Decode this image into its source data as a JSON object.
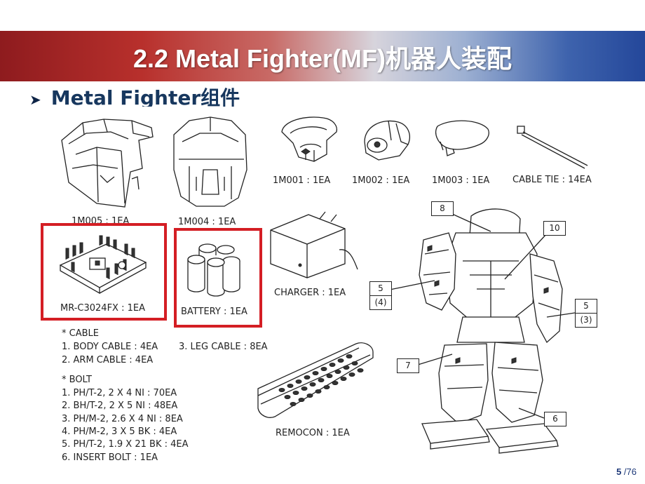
{
  "slide": {
    "title": "2.2 Metal Fighter(MF)机器人装配",
    "subtitle": "Metal Fighter组件",
    "page_current": "5",
    "page_total": "/76"
  },
  "parts": {
    "p1m005": "1M005 : 1EA",
    "p1m004": "1M004 : 1EA",
    "p1m001": "1M001 : 1EA",
    "p1m002": "1M002 : 1EA",
    "p1m003": "1M003 : 1EA",
    "cable_tie": "CABLE TIE : 14EA",
    "controller": "MR-C3024FX : 1EA",
    "battery": "BATTERY : 1EA",
    "charger": "CHARGER : 1EA",
    "remocon": "REMOCON : 1EA"
  },
  "cable_list": {
    "heading": "* CABLE",
    "body": "1. BODY CABLE : 4EA",
    "leg": "3. LEG CABLE : 8EA",
    "arm": "2. ARM CABLE : 4EA"
  },
  "bolt_list": {
    "heading": "* BOLT",
    "items": [
      "1. PH/T-2, 2 X 4 NI : 70EA",
      "2. BH/T-2, 2 X 5 NI : 48EA",
      "3. PH/M-2, 2.6 X 4 NI : 8EA",
      "4. PH/M-2, 3 X 5 BK : 4EA",
      "5. PH/T-2, 1.9 X 21 BK : 4EA",
      "6. INSERT BOLT : 1EA"
    ]
  },
  "callouts": {
    "c8": "8",
    "c10": "10",
    "c5a": "5",
    "c4": "(4)",
    "c5b": "5",
    "c3": "(3)",
    "c7": "7",
    "c6": "6"
  },
  "colors": {
    "highlight_border": "#d41e24",
    "subtitle_text": "#17375e",
    "page_number": "#1f3a7a",
    "banner_left": "#8e1b1e",
    "banner_right": "#24479a"
  }
}
